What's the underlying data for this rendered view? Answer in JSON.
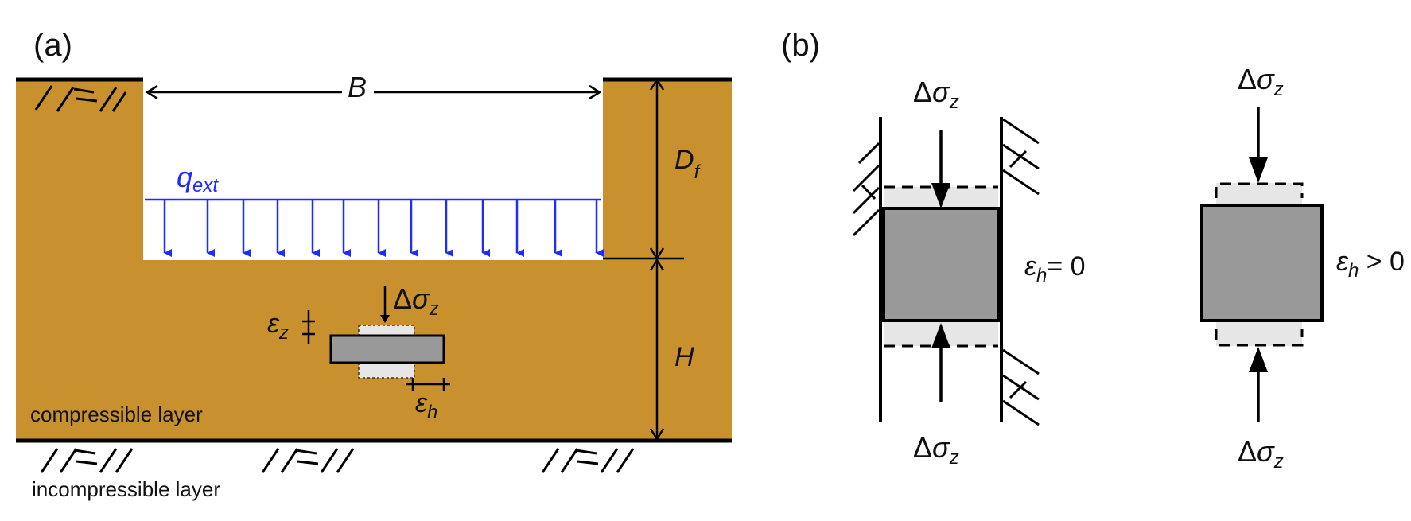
{
  "panel_a": {
    "label": "(a)",
    "width_symbol": "B",
    "depth_symbol": "D",
    "depth_sub": "f",
    "load_symbol": "q",
    "load_sub": "ext",
    "stress_delta": "Δ",
    "stress_sigma": "σ",
    "stress_sub": "z",
    "eps_z_symbol": "ε",
    "eps_z_sub": "z",
    "eps_h_symbol": "ε",
    "eps_h_sub": "h",
    "thickness_symbol": "H",
    "compressible_label": "compressible layer",
    "incompressible_label": "incompressible layer",
    "colors": {
      "soil": "#c9912e",
      "load": "#1f2bff"
    }
  },
  "panel_b": {
    "label": "(b)",
    "confined": {
      "top_delta": "Δ",
      "top_sigma": "σ",
      "top_sub": "z",
      "bot_delta": "Δ",
      "bot_sigma": "σ",
      "bot_sub": "z",
      "strain_symbol": "ε",
      "strain_sub": "h",
      "strain_relation": "= 0"
    },
    "unconfined": {
      "top_delta": "Δ",
      "top_sigma": "σ",
      "top_sub": "z",
      "bot_delta": "Δ",
      "bot_sigma": "σ",
      "bot_sub": "z",
      "strain_symbol": "ε",
      "strain_sub": "h",
      "strain_relation": " > 0"
    },
    "colors": {
      "sample": "#999999",
      "deformed": "#e6e6e6"
    }
  }
}
